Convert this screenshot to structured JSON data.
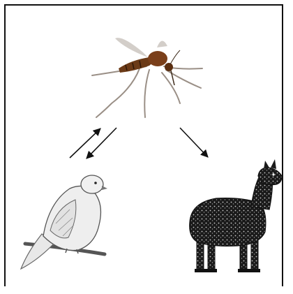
{
  "diagram": {
    "nodes": [
      {
        "id": "mosquito",
        "icon": "mosquito-icon"
      },
      {
        "id": "bird",
        "icon": "dove-icon"
      },
      {
        "id": "llama",
        "icon": "alpaca-icon"
      }
    ],
    "edges": [
      {
        "from": "bird",
        "to": "mosquito"
      },
      {
        "from": "mosquito",
        "to": "bird"
      },
      {
        "from": "mosquito",
        "to": "llama"
      }
    ],
    "colors": {
      "mosquito_body": "#6b3a17",
      "mosquito_legs": "#9a8f86",
      "bird_fill": "#eeeeee",
      "bird_stroke": "#555555",
      "llama_fill": "#1a1a1a",
      "arrow": "#111111"
    }
  }
}
